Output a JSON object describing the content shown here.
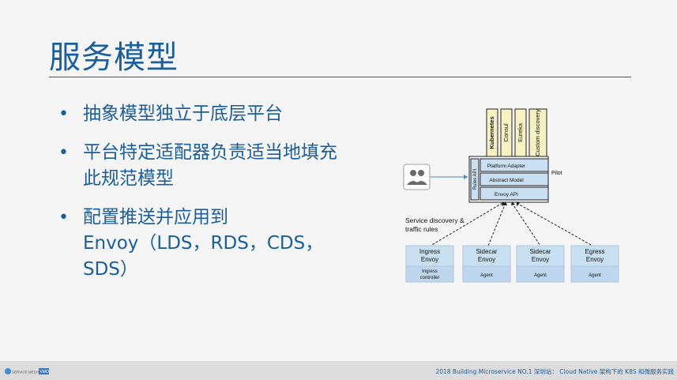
{
  "slide": {
    "title": "服务模型",
    "bullets": [
      {
        "lines": [
          "抽象模型独立于底层平台"
        ]
      },
      {
        "lines": [
          "平台特定适配器负责适当地填充",
          "此规范模型"
        ]
      },
      {
        "lines": [
          "配置推送并应用到",
          "Envoy（LDS，RDS，CDS，",
          "SDS）"
        ]
      }
    ]
  },
  "diagram": {
    "registries": [
      "Kubernetes",
      "Consul",
      "Eureka",
      "Custom discovery"
    ],
    "rules_api": "Rules API",
    "platform_adapter": "Platform Adapter",
    "abstract_model": "Abstract Model",
    "envoy_api": "Envoy API",
    "pilot": "Pilot",
    "caption_line1": "Service discovery &",
    "caption_line2": "traffic rules",
    "proxies": [
      {
        "top_line1": "Ingress",
        "top_line2": "Envoy",
        "bottom_line1": "Ingress",
        "bottom_line2": "controller"
      },
      {
        "top_line1": "Sidecar",
        "top_line2": "Envoy",
        "bottom_line1": "Agent",
        "bottom_line2": ""
      },
      {
        "top_line1": "Sidecar",
        "top_line2": "Envoy",
        "bottom_line1": "Agent",
        "bottom_line2": ""
      },
      {
        "top_line1": "Egress",
        "top_line2": "Envoy",
        "bottom_line1": "Agent",
        "bottom_line2": ""
      }
    ]
  },
  "footer": {
    "text": "2018 Building Microservice NO.1 深圳站：  Cloud Native 架构下的 K8S 和微服务实践",
    "logo_left": "SERVICE MESHER",
    "logo_right": "VMO"
  },
  "colors": {
    "title": "#1b5e9e",
    "box_fill": "#c9dff2",
    "registry_fill": "#f8f2c2"
  }
}
